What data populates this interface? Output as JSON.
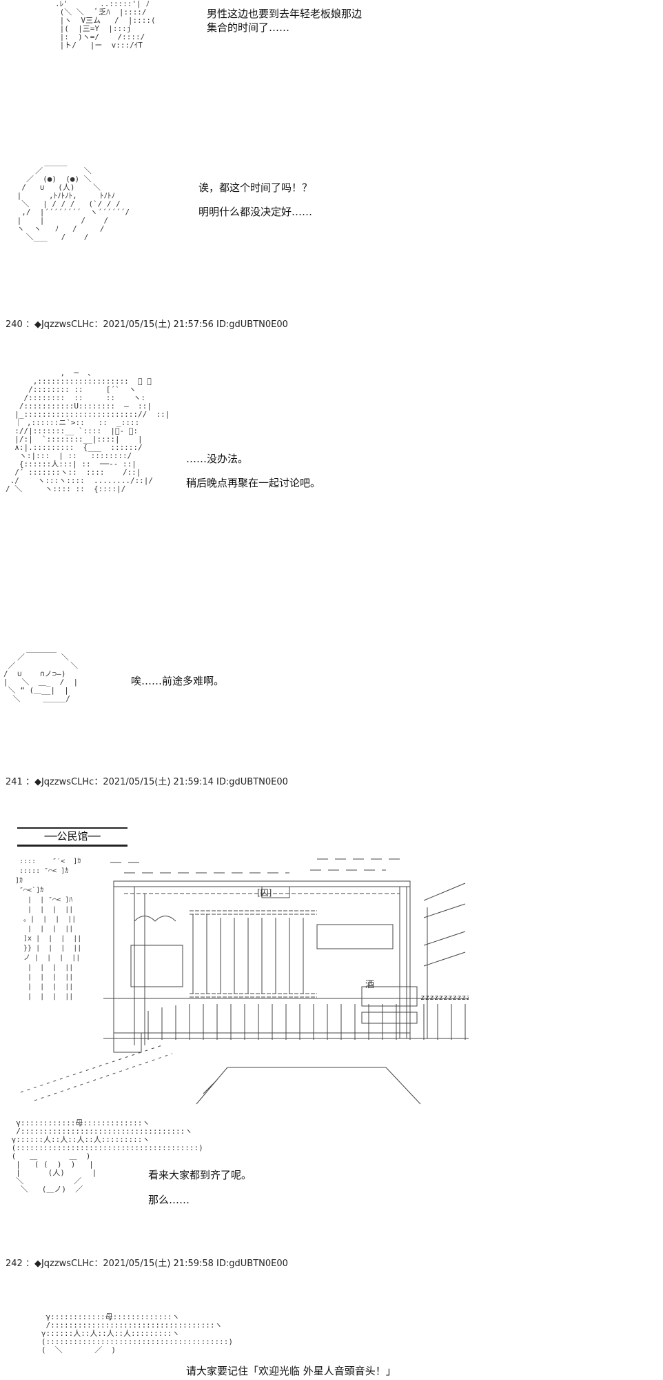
{
  "panel1": {
    "art": ".ﾚ'       ..:::::'| ﾉ\n (＼ ＼   ﾞ乏ﾊ  |::::/\n |ヽ  V三ム   /  |::::(\n |(  |三=Y  |:::j\n |:  )ヽ=/    /::::/\n |ト/   |ー  v:::/ｲT",
    "line1": "男性这边也要到去年轻老板娘那边",
    "line2": "集合的时间了……"
  },
  "panel2": {
    "art": "       ＿＿＿\n     ／         ＼\n   ／  (●)  (●) ＼\n  /   ∪   (人)    ＼\n |      ,ﾄﾉﾄﾉﾄ,     ﾄﾉﾄﾉ\n  ＼   | / / /   (`/ / /\n  ,/  |´´´´´´´´  ヽ´´´´´´/\n |    |        /    /\n ヽ  ヽ   ﾉ   /     /\n   ＼___   /    /",
    "line1": "诶，都这个时间了吗！？",
    "line2": "明明什么都没决定好……"
  },
  "post240": "240 ：◆JqzzwsCLHc：2021/05/15(土) 21:57:56 ID:gdUBTN0E00",
  "panel3": {
    "art": "            ,  ─  、\n      ,::::::::::::::::::::  ﾞ ､\n     /:::::::: ::     [´`  ヽ\n    /::::::::  ::     ::    ヽ:\n   /:::::::::::U::::::::  ―  ::|\n  |_::::::::::::::::::::::::://  ::|\n  ｜ ,::::::ニ`>::   ::  _::::\n  ://|:::::::__ `::::  |ﾞ‐ ﾟ:\n  |/:|  `::::::::__|::::|    |\n  ∧:|.:::::::::  {___  ::::::/\n   ヽ:|:::  | ::   ::::::::/\n   {::::::人:::| ::  ──-- ::|\n  /´ :::::::ヽ::  ::::    /::|\n ./    ヽ:::ヽ::::  ......../::|/\n/ ＼     ヽ:::: ::  {::::|/",
    "line1": "……没办法。",
    "line2": "稍后晚点再聚在一起讨论吧。"
  },
  "panel4": {
    "art": "     ＿＿＿＿\n   ／        ＼\n ／            ＼\n/  ∪    ∩ノ⊃―)\n|   ＼  ＿_  /  |\n ＼ “ (＿__|  |\n  ＼     ＿＿＿/",
    "line1": "唉……前途多难啊。"
  },
  "post241": "241 ：◆JqzzwsCLHc：2021/05/15(土) 21:59:14 ID:gdUBTN0E00",
  "scene": {
    "title": "──公民馆──",
    "sign": "[囚]",
    "sake": "酒",
    "zzz": "zzzzzzzzzzz",
    "left_art": " ::::    ″′<  ]ｶ\n ::::: ″⌒< ]ｶ\n]ｶ       \n ″⌒<`]ｶ\n   |  | ″⌒< ]ﾊ\n   |  |  |  ||\n  。|  |  |  ||\n   |  |  |  ||\n  ]x |  |  |  ||\n  }} |  |  |  ||\n  ノ |  |  |  ||\n   |  |  |  ||\n   |  |  |  ||\n   |  |  |  ||\n   |  |  |  ||"
  },
  "panel5": {
    "art": "  γ::::::::::::母:::::::::::::ヽ\n  /::::::::::::::::::::::::::::::::::::ヽ\n γ::::::人::人::人::人:::::::::ヽ\n (::::::::::::::::::::::::::::::::::::::::)\n (   ＿       ＿  )\n  |   ( (  )  )   |\n  |      (人)      |\n  ＼           ／\n   ＼   (＿ノ)  ／",
    "line1": "看来大家都到齐了呢。",
    "line2": "那么……"
  },
  "post242": "242 ：◆JqzzwsCLHc：2021/05/15(土) 21:59:58 ID:gdUBTN0E00",
  "panel6": {
    "art": "    γ::::::::::::母:::::::::::::ヽ\n    /::::::::::::::::::::::::::::::::::::ヽ\n   γ::::::人::人::人::人:::::::::ヽ\n   (::::::::::::::::::::::::::::::::::::::::)\n   (  ＼       ／  )",
    "line1": "请大家要记住「欢迎光临 外星人音頭音头！」"
  }
}
